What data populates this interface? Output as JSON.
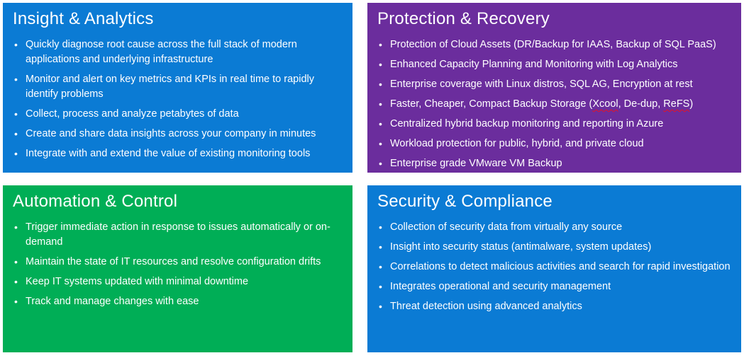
{
  "page": {
    "background": "#ffffff",
    "spellcheck_underline_color": "#e81123"
  },
  "panels": [
    {
      "id": "insight-analytics",
      "title": "Insight & Analytics",
      "color": "#0b7bd4",
      "bullets": [
        "Quickly diagnose root cause across the full stack of modern applications and underlying infrastructure",
        "Monitor and alert on key metrics and KPIs in real time to rapidly identify problems",
        "Collect, process and analyze petabytes of data",
        "Create and share data insights across your company in minutes",
        "Integrate with and extend the value of existing monitoring tools"
      ],
      "misspelled_words": []
    },
    {
      "id": "protection-recovery",
      "title": "Protection & Recovery",
      "color": "#6b2d9d",
      "bullets": [
        "Protection of Cloud Assets (DR/Backup for IAAS, Backup of SQL PaaS)",
        "Enhanced Capacity Planning and Monitoring with Log Analytics",
        "Enterprise coverage with Linux distros, SQL AG, Encryption at rest",
        "Faster, Cheaper, Compact Backup Storage (Xcool, De-dup, ReFS)",
        "Centralized hybrid backup monitoring and reporting in Azure",
        "Workload protection for public, hybrid, and private cloud",
        "Enterprise grade VMware VM Backup"
      ],
      "misspelled_words": [
        "Xcool",
        "ReFS"
      ]
    },
    {
      "id": "automation-control",
      "title": "Automation & Control",
      "color": "#00ae56",
      "bullets": [
        "Trigger immediate action in response to issues automatically or on-demand",
        "Maintain the state of IT resources and resolve configuration drifts",
        "Keep IT systems updated with minimal downtime",
        "Track and manage changes with ease"
      ],
      "misspelled_words": []
    },
    {
      "id": "security-compliance",
      "title": "Security & Compliance",
      "color": "#0b7bd4",
      "bullets": [
        "Collection of security data from virtually any source",
        "Insight into security status (antimalware, system updates)",
        "Correlations to detect malicious activities and search for rapid investigation",
        "Integrates operational and security management",
        "Threat detection using advanced analytics"
      ],
      "misspelled_words": []
    }
  ]
}
